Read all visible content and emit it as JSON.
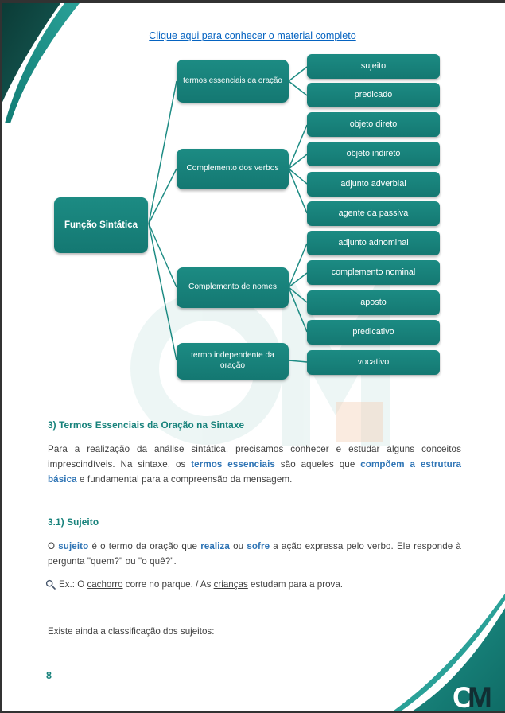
{
  "colors": {
    "teal": "#17827B",
    "accent_blue": "#2E74B5",
    "link_blue": "#0563C1"
  },
  "link": {
    "label": "Clique aqui para conhecer o material completo"
  },
  "diagram": {
    "root_label": "Função Sintática",
    "branches": [
      {
        "label": "termos essenciais da oração"
      },
      {
        "label": "Complemento dos verbos"
      },
      {
        "label": "Complemento de nomes"
      },
      {
        "label": "termo independente da oração"
      }
    ],
    "leaves": [
      "sujeito",
      "predicado",
      "objeto direto",
      "objeto indireto",
      "adjunto adverbial",
      "agente da passiva",
      "adjunto adnominal",
      "complemento nominal",
      "aposto",
      "predicativo",
      "vocativo"
    ]
  },
  "content": {
    "heading1": "3) Termos Essenciais da Oração na Sintaxe",
    "p1": {
      "t0": "Para a realização da análise sintática, precisamos conhecer e estudar alguns conceitos imprescindíveis. Na sintaxe, os ",
      "b1": "termos essenciais",
      "t1": " são aqueles que ",
      "b2": "compõem a estrutura básica",
      "t2": " e fundamental para a compreensão da mensagem."
    },
    "heading2": "3.1) Sujeito",
    "p2": {
      "t0": "O ",
      "b1": "sujeito",
      "t1": " é o termo da oração que ",
      "b2": "realiza",
      "t2": " ou ",
      "b3": "sofre",
      "t3": " a ação expressa pelo verbo. Ele responde à pergunta \"quem?\" ou \"o quê?\"."
    },
    "example": {
      "prefix": "Ex.: O ",
      "u1": "cachorro",
      "mid": " corre no parque. / As ",
      "u2": "crianças",
      "suffix": " estudam para a prova."
    },
    "closing": "Existe ainda a classificação dos sujeitos:",
    "page_number": "8"
  },
  "logo": {
    "c": "C",
    "m": "M"
  }
}
